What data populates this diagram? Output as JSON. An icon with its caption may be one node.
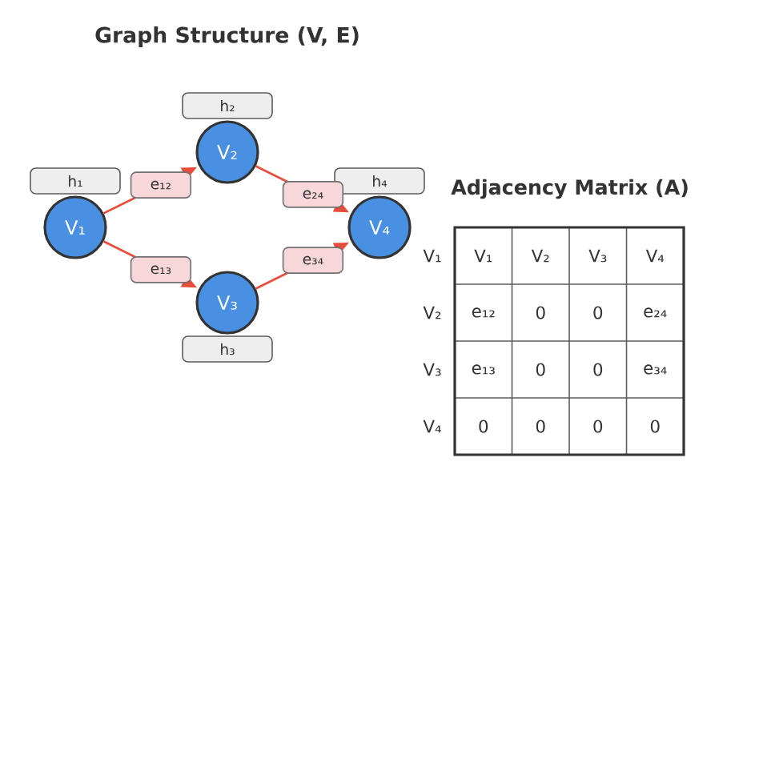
{
  "diagram": {
    "title": "Graph Structure (V, E)",
    "nodes": [
      {
        "text": [
          "V₁"
        ]
      },
      {
        "text": [
          "V₂"
        ]
      },
      {
        "text": [
          "V₃"
        ]
      },
      {
        "text": [
          "V₄"
        ]
      },
      {
        "text": [
          "h₁"
        ]
      },
      {
        "text": [
          "h₂"
        ]
      },
      {
        "text": [
          "h₃"
        ]
      },
      {
        "text": [
          "h₄"
        ]
      }
    ],
    "edges": [
      {
        "from": 0,
        "to": 1,
        "arrow": "to",
        "label": "e₁₂"
      },
      {
        "from": 0,
        "to": 2,
        "arrow": "to",
        "label": "e₁₃"
      },
      {
        "from": 1,
        "to": 3,
        "arrow": "to",
        "label": "e₂₄"
      },
      {
        "from": 2,
        "to": 3,
        "arrow": "to",
        "label": "e₃₄"
      }
    ],
    "labels": [
      "Adjacency Matrix (A)",
      "V₁",
      "V₁",
      "V₂",
      "V₃",
      "V₄",
      "V₂",
      "e₁₂",
      "0",
      "0",
      "e₂₄",
      "V₃",
      "e₁₃",
      "0",
      "0",
      "e₃₄",
      "V₄",
      "0",
      "0",
      "0",
      "0"
    ]
  }
}
